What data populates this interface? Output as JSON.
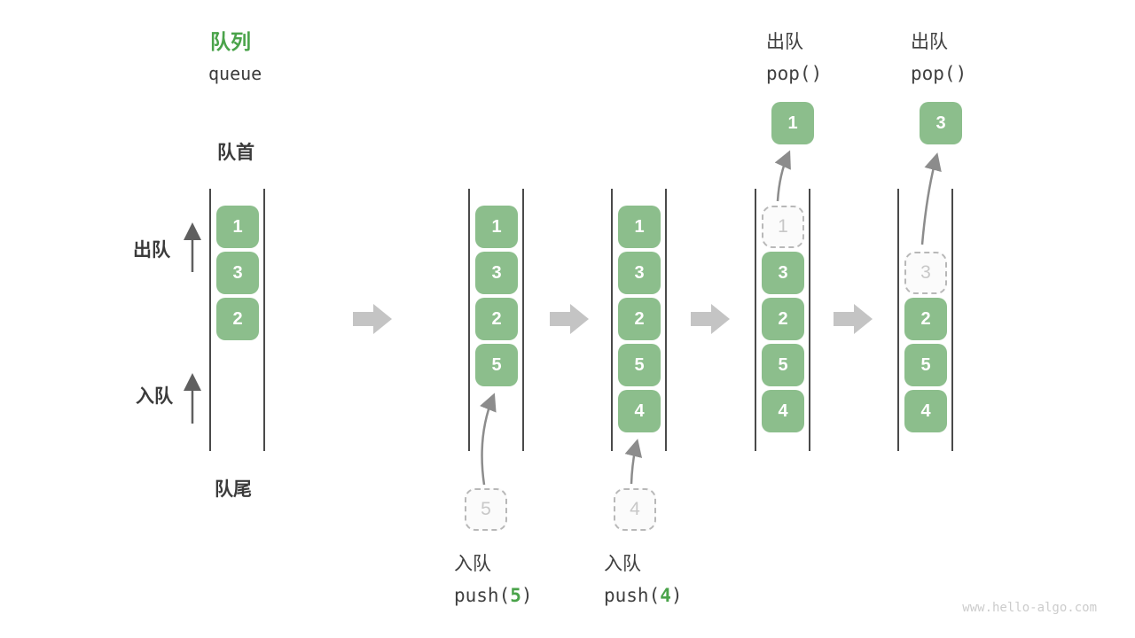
{
  "title": {
    "zh": "队列",
    "en": "queue"
  },
  "side_labels": {
    "front": "队首",
    "rear": "队尾",
    "dequeue": "出队",
    "enqueue": "入队"
  },
  "operations": {
    "push5": {
      "zh": "入队",
      "fn_open": "push(",
      "arg": "5",
      "fn_close": ")"
    },
    "push4": {
      "zh": "入队",
      "fn_open": "push(",
      "arg": "4",
      "fn_close": ")"
    },
    "pop1": {
      "zh": "出队",
      "fn": "pop()"
    },
    "pop2": {
      "zh": "出队",
      "fn": "pop()"
    }
  },
  "states": [
    {
      "boxes": [
        "1",
        "3",
        "2"
      ]
    },
    {
      "boxes": [
        "1",
        "3",
        "2",
        "5"
      ],
      "incoming": "5"
    },
    {
      "boxes": [
        "1",
        "3",
        "2",
        "5",
        "4"
      ],
      "incoming": "4"
    },
    {
      "removed": "1",
      "boxes": [
        "3",
        "2",
        "5",
        "4"
      ],
      "popped": "1"
    },
    {
      "removed": "3",
      "boxes": [
        "2",
        "5",
        "4"
      ],
      "popped": "3"
    }
  ],
  "colors": {
    "accent_green": "#4aa34a",
    "box_green": "#8cbe8c",
    "text_dark": "#3b3b3b",
    "block_arrow_gray": "#c4c4c4",
    "dashed_gray": "#c8c8c8"
  },
  "watermark": "www.hello-algo.com"
}
